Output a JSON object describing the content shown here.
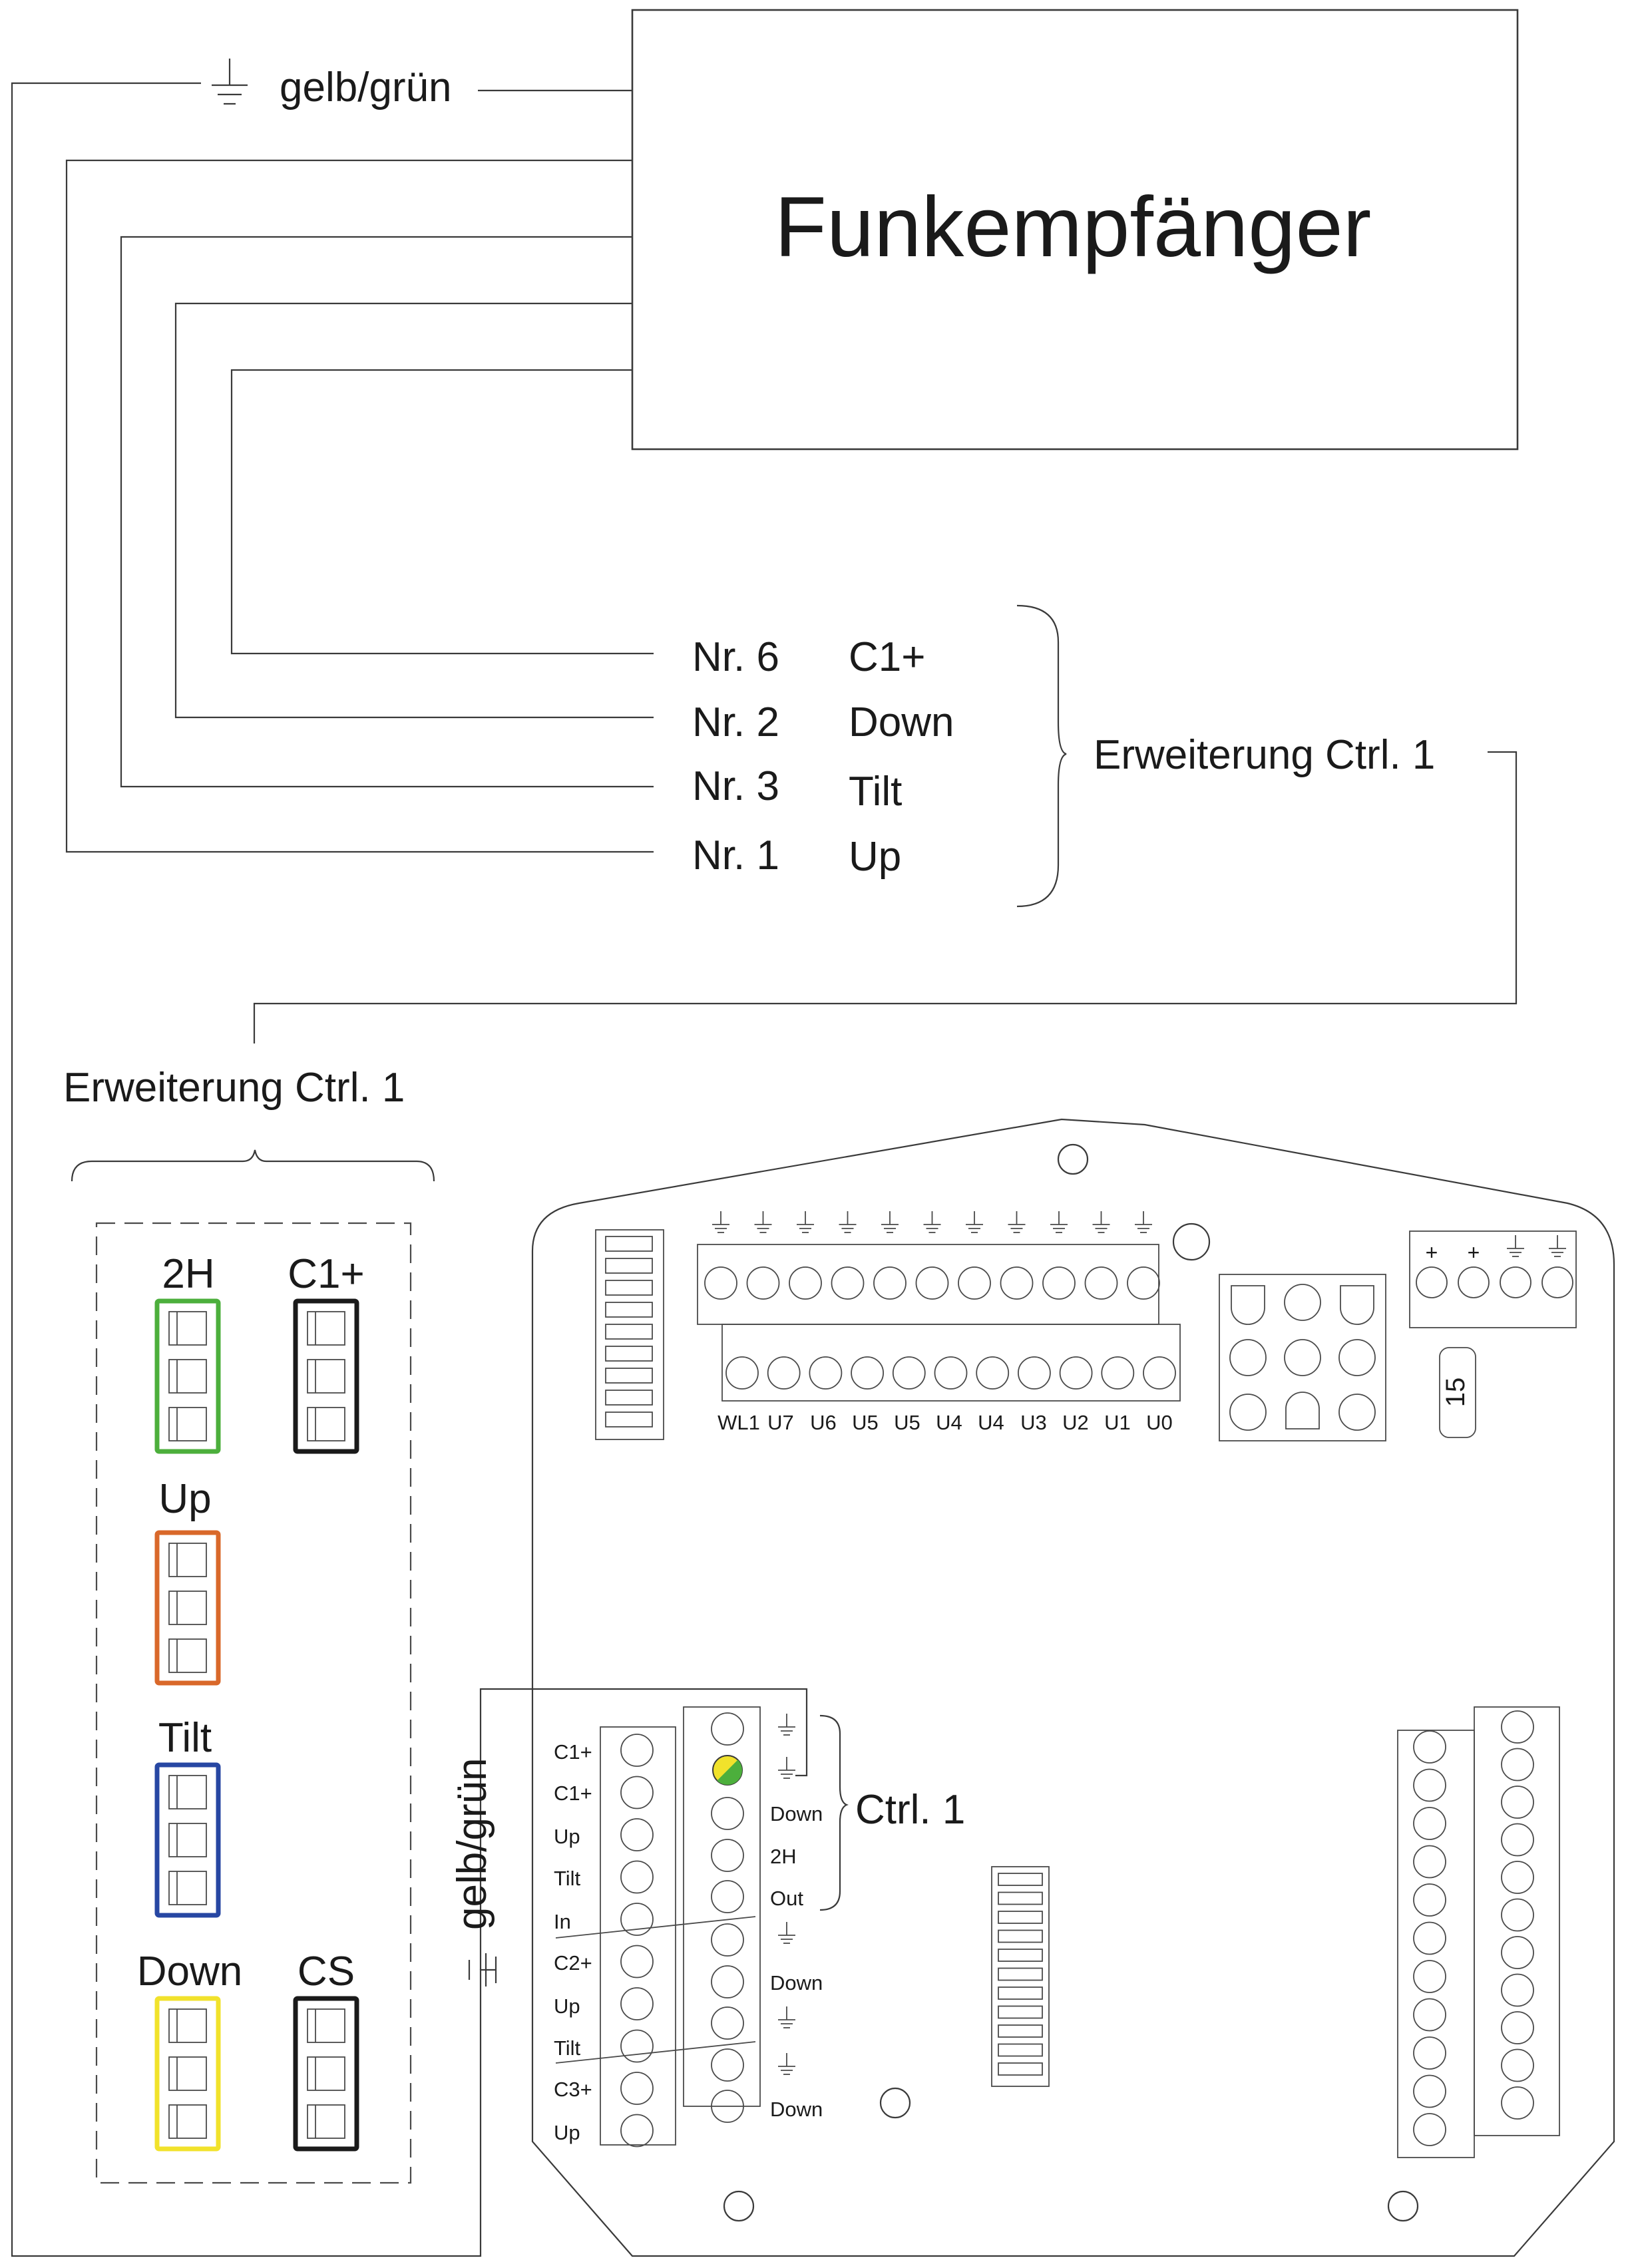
{
  "receiver": {
    "title": "Funkempfänger"
  },
  "ground_top": {
    "label": "gelb/grün"
  },
  "ground_side": {
    "label": "gelb/grün"
  },
  "wire_table": {
    "rows": [
      {
        "nr": "Nr. 6",
        "signal": "C1+"
      },
      {
        "nr": "Nr. 2",
        "signal": "Down"
      },
      {
        "nr": "Nr. 3",
        "signal": "Tilt"
      },
      {
        "nr": "Nr. 1",
        "signal": "Up"
      }
    ],
    "brace_label": "Erweiterung Ctrl. 1"
  },
  "extension_module": {
    "title": "Erweiterung Ctrl. 1",
    "connectors": [
      {
        "label": "2H",
        "color": "#4caf3c"
      },
      {
        "label": "C1+",
        "color": "#1a1a1a"
      },
      {
        "label": "Up",
        "color": "#d9682a"
      },
      {
        "label": "Tilt",
        "color": "#2747a3"
      },
      {
        "label": "Down",
        "color": "#f1e22b"
      },
      {
        "label": "CS",
        "color": "#1a1a1a"
      }
    ]
  },
  "board": {
    "top_terminal_labels": [
      "WL1",
      "U7",
      "U6",
      "U5",
      "U5",
      "U4",
      "U4",
      "U3",
      "U2",
      "U1",
      "U0"
    ],
    "power_signs": [
      "+",
      "+"
    ],
    "chip_label": "15",
    "left_labels": [
      "C1+",
      "C1+",
      "Up",
      "Tilt",
      "In",
      "C2+",
      "Up",
      "Tilt",
      "C3+",
      "Up"
    ],
    "right_labels": [
      "Down",
      "2H",
      "Out",
      "Down",
      "Down"
    ],
    "brace_label": "Ctrl. 1",
    "marker_colors": [
      "#f1e22b",
      "#4caf3c"
    ]
  }
}
